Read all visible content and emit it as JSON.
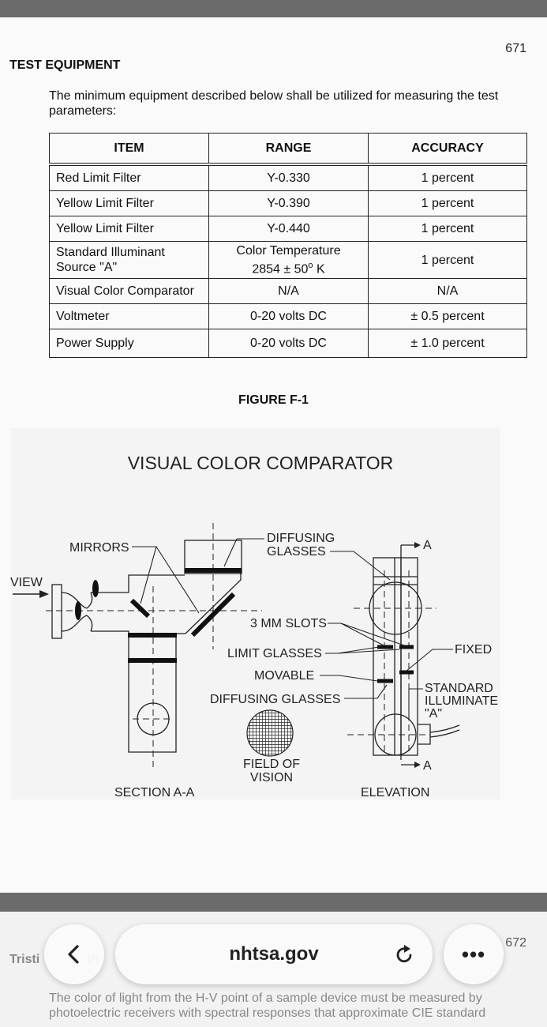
{
  "page1": {
    "page_number": "671",
    "section_title": "TEST EQUIPMENT",
    "intro": "The minimum equipment described below shall be utilized for measuring the test parameters:",
    "table": {
      "headers": [
        "ITEM",
        "RANGE",
        "ACCURACY"
      ],
      "rows": [
        {
          "item": "Red Limit Filter",
          "range": "Y-0.330",
          "accuracy": "1 percent"
        },
        {
          "item": "Yellow Limit Filter",
          "range": "Y-0.390",
          "accuracy": "1 percent"
        },
        {
          "item": "Yellow Limit Filter",
          "range": "Y-0.440",
          "accuracy": "1 percent"
        },
        {
          "item_line1": "Standard Illuminant",
          "item_line2": "Source \"A\"",
          "range_line1": "Color Temperature",
          "range_line2": "2854 ± 50",
          "range_sup": "o",
          "range_tail": " K",
          "accuracy": "1 percent"
        },
        {
          "item": "Visual Color Comparator",
          "range": "N/A",
          "accuracy": "N/A"
        },
        {
          "item": "Voltmeter",
          "range": "0-20 volts DC",
          "accuracy": "± 0.5 percent"
        },
        {
          "item": "Power Supply",
          "range": "0-20 volts DC",
          "accuracy": "± 1.0 percent"
        }
      ]
    },
    "figure_caption": "FIGURE F-1",
    "figure": {
      "title": "VISUAL COLOR COMPARATOR",
      "labels": {
        "mirrors": "MIRRORS",
        "view": "VIEW",
        "diffusing_glasses_top_1": "DIFFUSING",
        "diffusing_glasses_top_2": "GLASSES",
        "a_top": "A",
        "slots": "3 MM SLOTS",
        "limit_glasses": "LIMIT GLASSES",
        "fixed": "FIXED",
        "movable": "MOVABLE",
        "standard_1": "STANDARD",
        "standard_2": "ILLUMINATE",
        "standard_3": "\"A\"",
        "diffusing_glasses": "DIFFUSING GLASSES",
        "field_1": "FIELD OF",
        "field_2": "VISION",
        "a_bottom": "A",
        "section": "SECTION A-A",
        "elevation": "ELEVATION"
      }
    }
  },
  "page2": {
    "page_number": "672",
    "title_partial": "Tristi",
    "title_partial2": "th",
    "body": "The color of light from the H-V point of a sample device must be measured by photoelectric receivers with spectral responses that approximate CIE standard"
  },
  "browser": {
    "url": "nhtsa.gov",
    "back_icon": "chevron-left-icon",
    "reload_icon": "reload-icon",
    "more_icon": "more-icon",
    "more_label": "•••"
  }
}
